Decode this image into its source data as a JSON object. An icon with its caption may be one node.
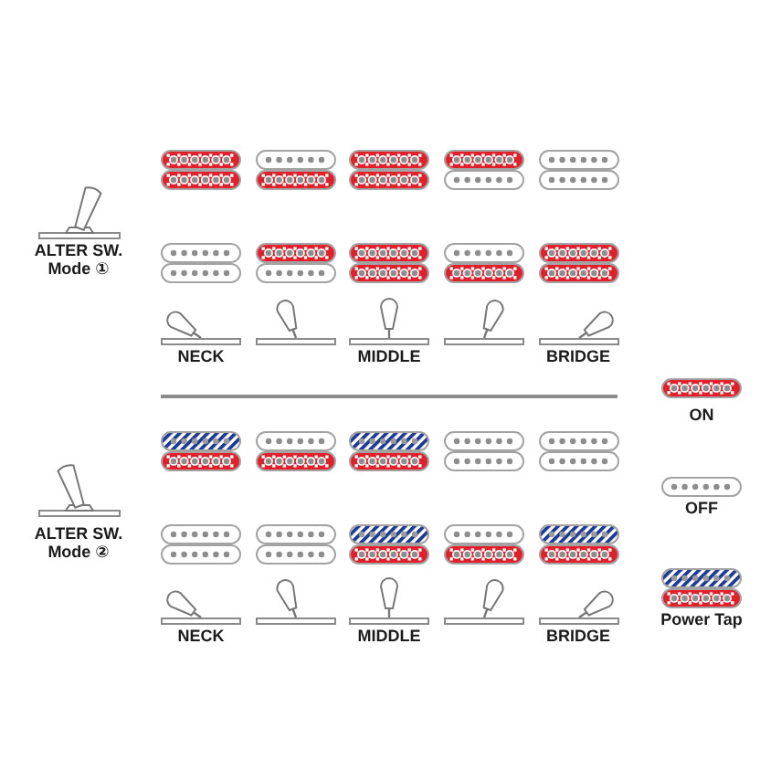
{
  "diagram": {
    "labels": [
      "ALTER SW. Mode ①",
      "NECK",
      "MIDDLE",
      "BRIDGE",
      "ALTER SW. Mode ②",
      "NECK",
      "MIDDLE",
      "BRIDGE"
    ],
    "legend": [
      {
        "text": "ON"
      },
      {
        "text": "OFF"
      },
      {
        "text": "Power Tap"
      }
    ]
  }
}
